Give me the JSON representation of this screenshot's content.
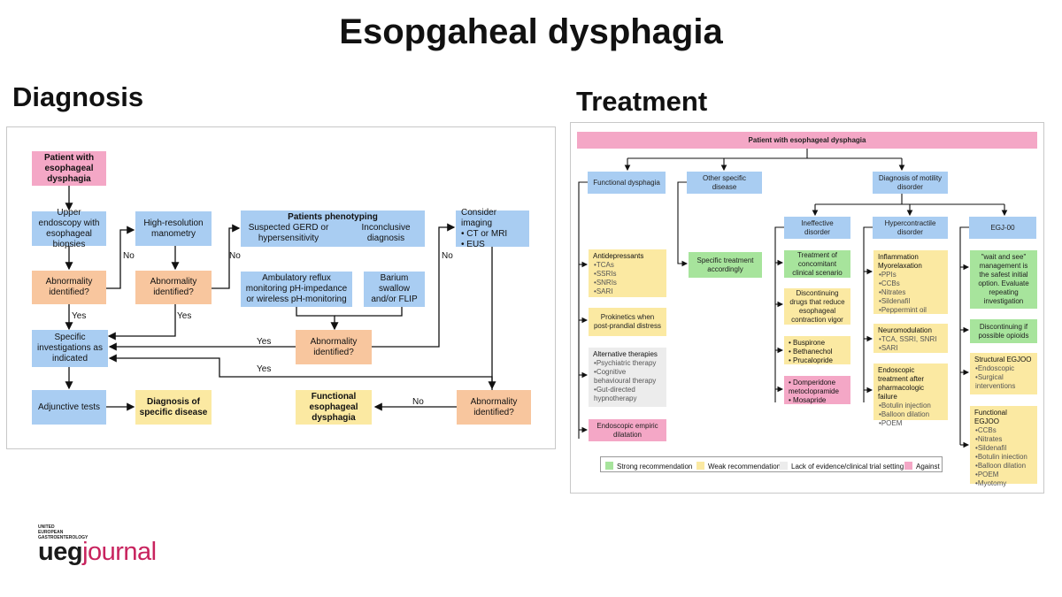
{
  "title": "Esopgaheal dysphagia",
  "colors": {
    "blue": "#a9cdf2",
    "pink": "#f4a7c6",
    "orange": "#f8c69e",
    "yellow": "#fbe9a2",
    "green": "#a7e49c",
    "grey": "#ececec"
  },
  "diagnosis": {
    "heading": "Diagnosis",
    "patient": "Patient with esophageal dysphagia",
    "upper_endoscopy": "Upper endoscopy with esophageal biopsies",
    "abnormality_1": "Abnormality identified?",
    "hrm": "High-resolution manometry",
    "abnormality_2": "Abnormality identified?",
    "phenotyping_title": "Patients phenotyping",
    "suspected_gerd": "Suspected GERD or hypersensitivity",
    "inconclusive": "Inconclusive diagnosis",
    "ambulatory": "Ambulatory reflux monitoring pH-impedance or wireless pH-monitoring",
    "barium": "Barium swallow and/or FLIP",
    "abnormality_3": "Abnormality identified?",
    "imaging_title": "Consider imaging",
    "imaging_items": [
      "CT or MRI",
      "EUS"
    ],
    "specific_investigations": "Specific investigations as indicated",
    "adjunctive": "Adjunctive tests",
    "diagnosis_specific": "Diagnosis of specific disease",
    "functional": "Functional esophageal dysphagia",
    "abnormality_4": "Abnormality identified?",
    "labels": {
      "yes": "Yes",
      "no": "No"
    }
  },
  "treatment": {
    "heading": "Treatment",
    "patient": "Patient with esophageal dysphagia",
    "functional_dysphagia": "Functional dysphagia",
    "other_specific": "Other specific disease",
    "motility_diag": "Diagnosis of motility disorder",
    "ineffective": "Ineffective disorder",
    "hypercontractile": "Hypercontractile disorder",
    "egj": "EGJ-00",
    "antidepressants": {
      "title": "Antidepressants",
      "items": [
        "TCAs",
        "SSRIs",
        "SNRIs",
        "SARI"
      ]
    },
    "prokinetics": "Prokinetics when post-prandial distress",
    "alternative": {
      "title": "Alternative therapies",
      "items": [
        "Psychiatric therapy",
        "Cognitive behavioural therapy",
        "Gut-directed hypnotherapy"
      ]
    },
    "endoscopic_empiric": "Endoscopic empiric dilatation",
    "specific_treatment": "Specific treatment accordingly",
    "concomitant": "Treatment of concomitant clinical scenario",
    "discontinuing_drugs": "Discontinuing drugs that reduce esophageal contraction vigor",
    "buspirone": {
      "items": [
        "Buspirone",
        "Bethanechol",
        "Prucalopride"
      ]
    },
    "domperidone": {
      "items": [
        "Domperidone metoclopramide",
        "Mosapride"
      ]
    },
    "inflammation": {
      "title": "Inflammation Myorelaxation",
      "items": [
        "PPIs",
        "CCBs",
        "Nitrates",
        "Sildenafil",
        "Peppermint oil"
      ]
    },
    "neuromodulation": {
      "title": "Neuromodulation",
      "items": [
        "TCA, SSRI, SNRI",
        "SARI"
      ]
    },
    "endoscopic_treatment": {
      "title": "Endoscopic treatment after pharmacologic failure",
      "items": [
        "Botulin injection",
        "Balloon dilation",
        "POEM"
      ]
    },
    "wait_and_see": "\"wait and see\" management is the safest initial option. Evaluate repeating investigation",
    "discontinuing_opioids": "Discontinuing if possible opioids",
    "structural": {
      "title": "Structural EGJOO",
      "items": [
        "Endoscopic",
        "Surgical interventions"
      ]
    },
    "functional_egjoo": {
      "title": "Functional EGJOO",
      "items": [
        "CCBs",
        "Nitrates",
        "Sildenafil",
        "Botulin iniection",
        "Balloon dilation",
        "POEM",
        "Myotomy"
      ]
    },
    "legend": [
      {
        "label": "Strong recommendation",
        "color": "#a7e49c"
      },
      {
        "label": "Weak recommendation",
        "color": "#fbe9a2"
      },
      {
        "label": "Lack of evidence/clinical trial setting",
        "color": "#ececec"
      },
      {
        "label": "Against",
        "color": "#f4a7c6"
      }
    ]
  },
  "logo": {
    "small_text": "UNITED EUROPEAN GASTROENTEROLOGY",
    "ueg": "ueg",
    "journal": "journal"
  }
}
